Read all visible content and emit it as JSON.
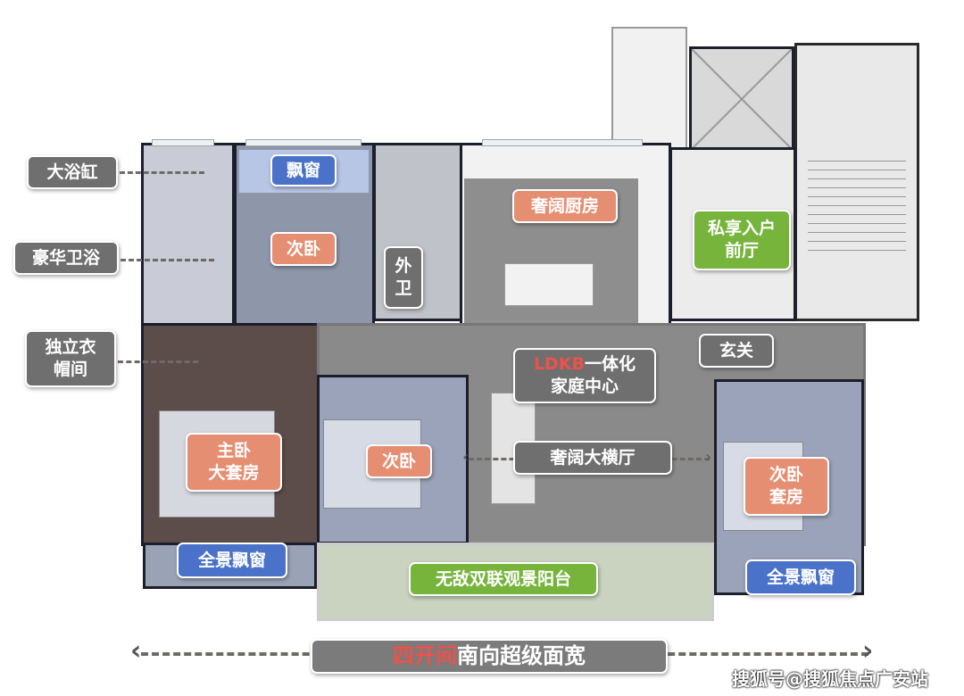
{
  "callouts": {
    "bathtub": "大浴缸",
    "luxury_bath": "豪华卫浴",
    "walk_in_closet": "独立衣帽间"
  },
  "rooms": {
    "bay_window_top": "飘窗",
    "second_bedroom_top": "次卧",
    "guest_bath": "外卫",
    "kitchen": "奢阔厨房",
    "private_foyer": "私享入户前厅",
    "entrance": "玄关",
    "ldkb_highlight": "LDKB",
    "ldkb_rest": "一体化家庭中心",
    "master_bedroom": "主卧大套房",
    "second_bedroom_middle": "次卧",
    "living_hall": "奢阔大横厅",
    "second_bedroom_suite": "次卧套房",
    "panorama_window_left": "全景飘窗",
    "panorama_window_right": "全景飘窗",
    "balcony": "无敌双联观景阳台"
  },
  "banner": {
    "highlight": "四开间",
    "rest": "南向超级面宽"
  },
  "watermark": "搜狐号@搜狐焦点广安站",
  "colors": {
    "label_gray": "#6f6f6f",
    "label_orange": "#e58e72",
    "label_blue": "#4a72c9",
    "label_green": "#76b43c",
    "highlight_red": "#f0504a"
  }
}
